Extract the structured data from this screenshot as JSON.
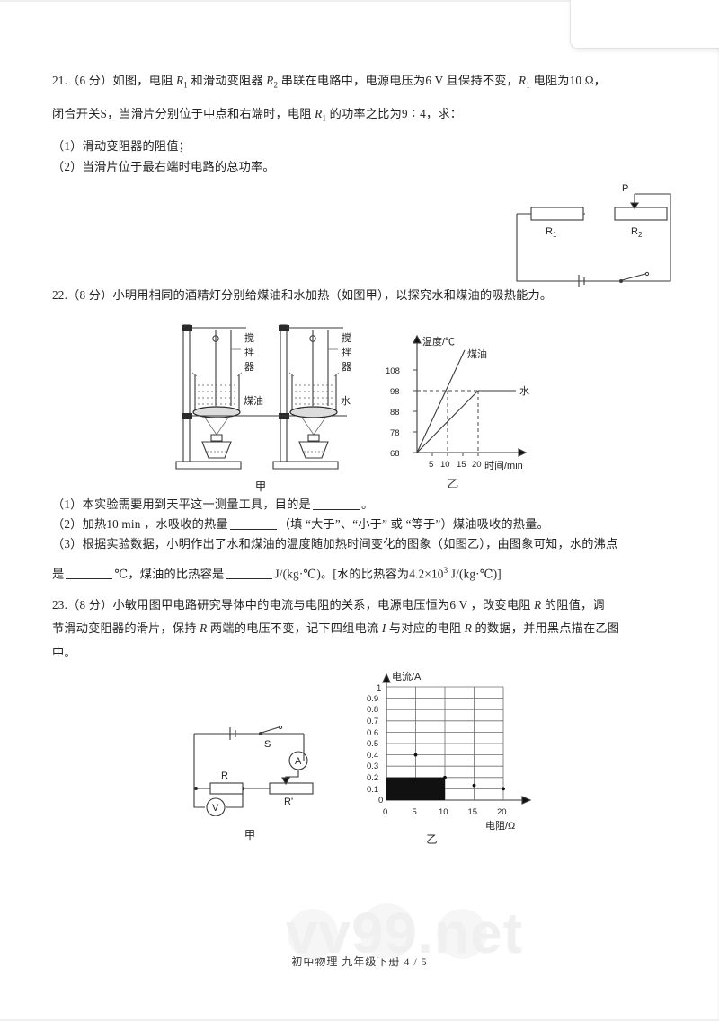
{
  "document": {
    "footer": "初中物理  九年级下册  4 / 5",
    "watermark": "vv99.net"
  },
  "questions": [
    {
      "id": "q21",
      "number": "21",
      "score": "（6 分）",
      "stem_line1_a": "21.（6 分）如图，电阻 ",
      "stem_r1": "R",
      "stem_r1_sub": "1",
      "stem_line1_b": " 和滑动变阻器 ",
      "stem_r2": "R",
      "stem_r2_sub": "2",
      "stem_line1_c": " 串联在电路中，电源电压为6 V 且保持不变，",
      "stem_line1_d": " 电阻为10 Ω，",
      "stem_line2_a": "闭合开关S，当滑片分别位于中点和右端时，电阻 ",
      "stem_line2_b": " 的功率之比为9∶4，求：",
      "part1": "（1）滑动变阻器的阻值；",
      "part2": "（2）当滑片位于最右端时电路的总功率。",
      "figure": {
        "r1_label": "R",
        "r1_sub": "1",
        "r2_label": "R",
        "r2_sub": "2",
        "slider_label": "P"
      }
    },
    {
      "id": "q22",
      "number": "22",
      "stem": "22.（8 分）小明用相同的酒精灯分别给煤油和水加热（如图甲），以探究水和煤油的吸热能力。",
      "part1_a": "（1）本实验需要用到天平这一测量工具，目的是",
      "part1_b": "。",
      "part2_a": "（2）加热10 min ，水吸收的热量",
      "part2_b": "（填 “大于”、“小于” 或 “等于”）煤油吸收的热量。",
      "part3_a": "（3）根据实验数据，小明作出了水和煤油的温度随加热时间变化的图象（如图乙），由图象可知，水的沸点",
      "part3_b": "是",
      "part3_c": "℃，煤油的比热容是",
      "part3_d": "J/(kg·℃)。[水的比热容为4.2×10",
      "part3_e": "3",
      "part3_f": " J/(kg·℃)]",
      "apparatus": {
        "label": "甲",
        "stirrer_label": "搅拌器",
        "left_liquid": "煤油",
        "right_liquid": "水"
      }
    },
    {
      "id": "q23",
      "number": "23",
      "stem_a": "23.（8 分）小敏用图甲电路研究导体中的电流与电阻的关系，电源电压恒为6 V ，改变电阻 ",
      "stem_R": "R",
      "stem_b": " 的阻值，调",
      "stem_c": "节滑动变阻器的滑片，保持 ",
      "stem_d": " 两端的电压不变，记下四组电流 ",
      "stem_I": "I",
      "stem_e": " 与对应的电阻 ",
      "stem_f": " 的数据，并用黑点描在乙图",
      "stem_g": "中。",
      "circuit": {
        "label": "甲",
        "switch_label": "S",
        "ammeter_label": "A",
        "voltmeter_label": "V",
        "resistor_label": "R",
        "rheostat_label": "R'"
      }
    }
  ],
  "chart_data": [
    {
      "id": "chart-22",
      "type": "line",
      "title": "",
      "figure_label": "乙",
      "xlabel": "时间/min",
      "ylabel": "温度/℃",
      "xticks": [
        5,
        10,
        15,
        20
      ],
      "yticks": [
        68,
        78,
        88,
        98,
        108
      ],
      "xlim": [
        0,
        24
      ],
      "ylim": [
        68,
        112
      ],
      "grid": false,
      "guide_lines": {
        "horizontal_y": 98,
        "vertical_x": [
          10,
          20
        ]
      },
      "series": [
        {
          "name": "煤油",
          "x": [
            0,
            15.5
          ],
          "y": [
            68,
            112
          ],
          "label_pos": "top-right"
        },
        {
          "name": "水",
          "x": [
            0,
            20,
            24
          ],
          "y": [
            68,
            98,
            98
          ],
          "label_pos": "right"
        }
      ]
    },
    {
      "id": "chart-23",
      "type": "scatter",
      "title": "",
      "figure_label": "乙",
      "xlabel": "电阻/Ω",
      "ylabel": "电流/A",
      "xticks": [
        0,
        5,
        10,
        15,
        20
      ],
      "yticks": [
        0,
        0.1,
        0.2,
        0.3,
        0.4,
        0.5,
        0.6,
        0.7,
        0.8,
        0.9,
        1
      ],
      "xlim": [
        0,
        22
      ],
      "ylim": [
        0,
        1
      ],
      "grid": true,
      "points": [
        {
          "x": 5,
          "y": 0.4
        },
        {
          "x": 10,
          "y": 0.2
        },
        {
          "x": 15,
          "y": 0.13
        },
        {
          "x": 20,
          "y": 0.1
        }
      ],
      "shaded_region": {
        "x0": 0,
        "x1": 10,
        "y0": 0,
        "y1": 0.2,
        "color": "#111111"
      }
    }
  ]
}
